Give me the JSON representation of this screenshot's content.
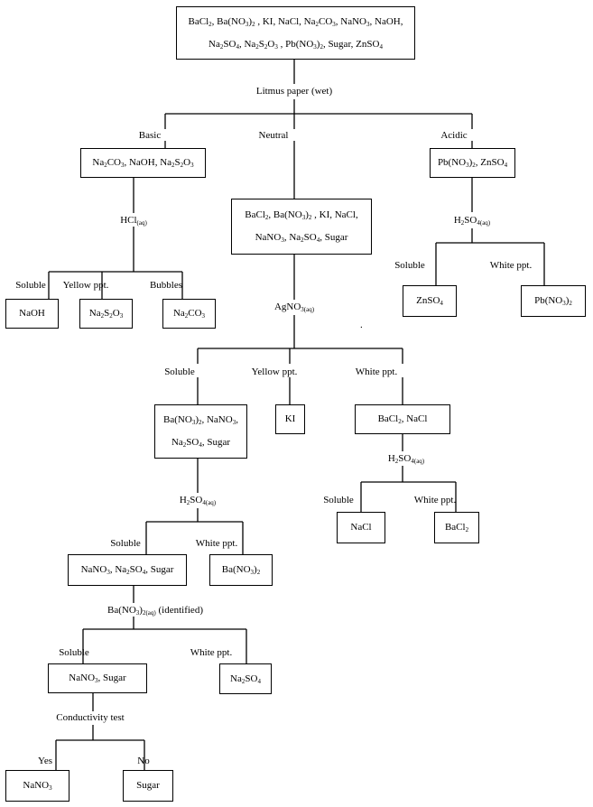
{
  "root": {
    "line1": [
      "BaCl",
      "2",
      ", Ba(NO",
      "3",
      ")",
      "2",
      " , KI, NaCl, Na",
      "2",
      "CO",
      "3",
      ", NaNO",
      "3",
      ", NaOH,"
    ],
    "line2": [
      "Na",
      "2",
      "SO",
      "4",
      ", Na",
      "2",
      "S",
      "2",
      "O",
      "3",
      " , Pb(NO",
      "3",
      ")",
      "2",
      ", Sugar, ZnSO",
      "4",
      ""
    ]
  },
  "litmus_label": "Litmus paper (wet)",
  "branch_labels": {
    "basic": "Basic",
    "neutral": "Neutral",
    "acidic": "Acidic"
  },
  "basic_box": [
    "Na",
    "2",
    "CO",
    "3",
    ", NaOH, Na",
    "2",
    "S",
    "2",
    "O",
    "3",
    ""
  ],
  "hcl_label": [
    "HCl",
    "(aq)",
    ""
  ],
  "hcl_branches": {
    "soluble": "Soluble",
    "yellow": "Yellow ppt.",
    "bubbles": "Bubbles"
  },
  "naoh_box": "NaOH",
  "na2s2o3_box": [
    "Na",
    "2",
    "S",
    "2",
    "O",
    "3",
    ""
  ],
  "na2co3_box": [
    "Na",
    "2",
    "CO",
    "3",
    ""
  ],
  "neutral_box": {
    "line1": [
      "BaCl",
      "2",
      ", Ba(NO",
      "3",
      ")",
      "2",
      " , KI, NaCl,"
    ],
    "line2": [
      "NaNO",
      "3",
      ", Na",
      "2",
      "SO",
      "4",
      ", Sugar"
    ]
  },
  "acidic_box": [
    "Pb(NO",
    "3",
    ")",
    "2",
    ", ZnSO",
    "4",
    ""
  ],
  "h2so4_acid_label": [
    "H",
    "2",
    "SO",
    "4(aq)",
    ""
  ],
  "acid_branches": {
    "soluble": "Soluble",
    "white": "White ppt."
  },
  "znso4_box": [
    "ZnSO",
    "4",
    ""
  ],
  "pbno3_box": [
    "Pb(NO",
    "3",
    ")",
    "2",
    ""
  ],
  "agno3_label": [
    "AgNO",
    "3(aq)",
    ""
  ],
  "agno3_branches": {
    "soluble": "Soluble",
    "yellow": "Yellow ppt.",
    "white": "White ppt."
  },
  "soluble_box": {
    "line1": [
      "Ba(NO",
      "3",
      ")",
      "2",
      ", NaNO",
      "3",
      ","
    ],
    "line2": [
      "Na",
      "2",
      "SO",
      "4",
      ", Sugar"
    ]
  },
  "ki_box": "KI",
  "white_box": [
    "BaCl",
    "2",
    ", NaCl"
  ],
  "h2so4_right_label": [
    "H",
    "2",
    "SO",
    "4(aq)",
    ""
  ],
  "right_branches": {
    "soluble": "Soluble",
    "white": "White ppt."
  },
  "nacl_box": "NaCl",
  "bacl2_box": [
    "BaCl",
    "2",
    ""
  ],
  "h2so4_left_label": [
    "H",
    "2",
    "SO",
    "4(aq)",
    ""
  ],
  "left_branches": {
    "soluble": "Soluble",
    "white": "White ppt."
  },
  "left_sol_box": [
    "NaNO",
    "3",
    ", Na",
    "2",
    "SO",
    "4",
    ", Sugar"
  ],
  "bano3_box": [
    "Ba(NO",
    "3",
    ")",
    "2",
    ""
  ],
  "bano3_label": [
    "Ba(NO",
    "3",
    ")",
    "2(aq)",
    " (identified)"
  ],
  "ba_branches": {
    "soluble": "Soluble",
    "white": "White ppt."
  },
  "nano3_sugar_box": [
    "NaNO",
    "3",
    ", Sugar"
  ],
  "na2so4_box": [
    "Na",
    "2",
    "SO",
    "4",
    ""
  ],
  "conductivity_label": "Conductivity test",
  "cond_branches": {
    "yes": "Yes",
    "no": "No"
  },
  "nano3_box": [
    "NaNO",
    "3",
    ""
  ],
  "sugar_box": "Sugar",
  "stray_mark": "."
}
